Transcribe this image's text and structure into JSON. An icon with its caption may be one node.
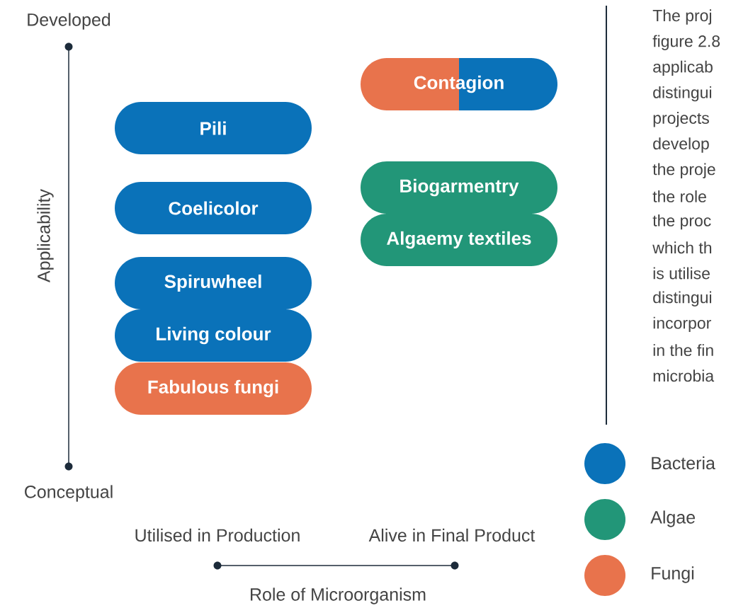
{
  "diagram": {
    "nodes": [
      {
        "text": [
          "Contagion"
        ]
      },
      {
        "text": [
          "Pili"
        ]
      },
      {
        "text": [
          "Biogarmentry"
        ]
      },
      {
        "text": [
          "Coelicolor"
        ]
      },
      {
        "text": [
          "Algaemy textiles"
        ]
      },
      {
        "text": [
          "Spiruwheel"
        ]
      },
      {
        "text": [
          "Living colour"
        ]
      },
      {
        "text": [
          "Fabulous fungi"
        ]
      }
    ],
    "labels": [
      "Developed",
      "Applicability",
      "Conceptual",
      "Utilised in Production",
      "Alive in Final Product",
      "Role of Microorganism",
      "The proj",
      "figure 2.8",
      "applicab",
      "distingui",
      "projects",
      "develop",
      "the proje",
      "the role",
      "the proc",
      "which th",
      "is utilise",
      "distingui",
      "incorpor",
      "in the fin",
      "microbia"
    ],
    "legend": [
      {
        "text": "Bacteria",
        "color": "#0a72b9"
      },
      {
        "text": "Algae",
        "color": "#229678"
      },
      {
        "text": "Fungi",
        "color": "#e8734c"
      }
    ]
  }
}
